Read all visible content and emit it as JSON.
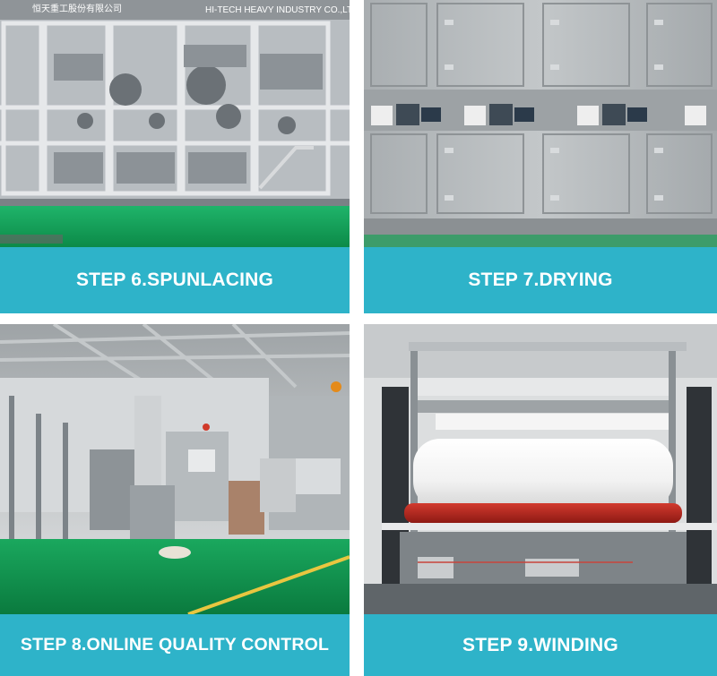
{
  "panels": [
    {
      "caption": "STEP 6.SPUNLACING",
      "sign": {
        "chinese": "恒天重工股份有限公司",
        "english": "HI-TECH HEAVY INDUSTRY CO.,LTD"
      }
    },
    {
      "caption": "STEP 7.DRYING"
    },
    {
      "caption": "STEP 8.ONLINE QUALITY CONTROL"
    },
    {
      "caption": "STEP 9.WINDING"
    }
  ],
  "colors": {
    "caption_band": "#2eb3c9",
    "caption_text": "#ffffff",
    "factory_floor": "#16a35a",
    "roller_red": "#b3241c",
    "paper_roll": "#f4f4f4"
  }
}
